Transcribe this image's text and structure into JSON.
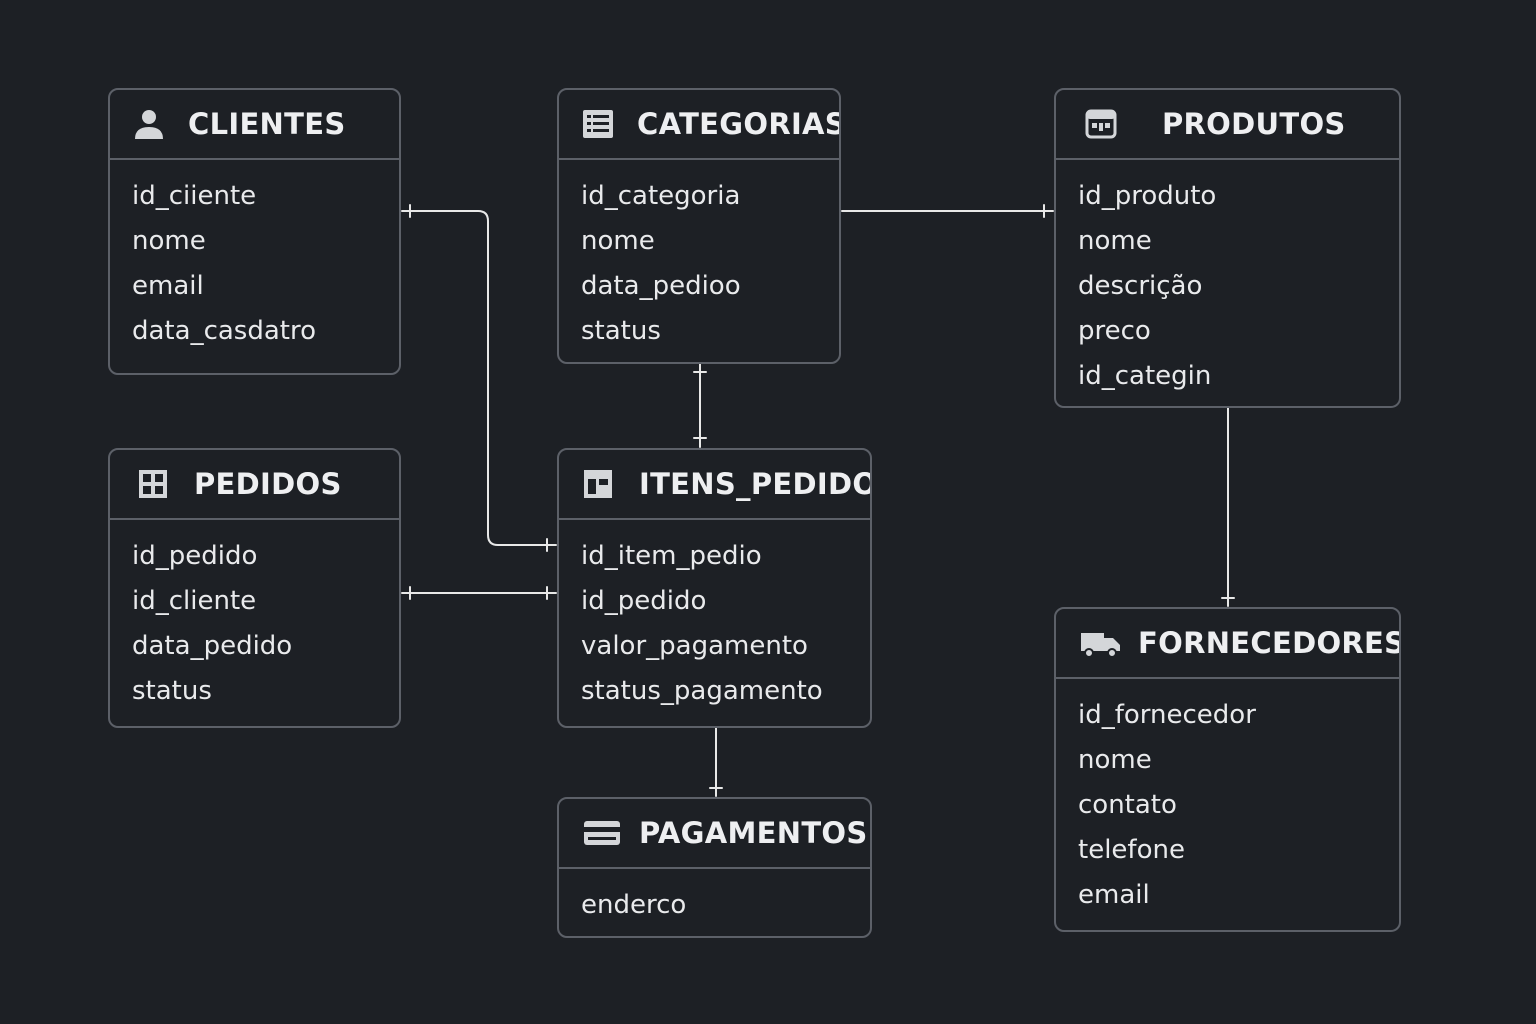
{
  "colors": {
    "background": "#1d2025",
    "border": "#5c6068",
    "text": "#e9eaec",
    "connector": "#e8e8e8",
    "icon": "#d4d6d9"
  },
  "entities": {
    "clientes": {
      "title": "CLIENTES",
      "icon": "user-icon",
      "fields": [
        "id_ciiente",
        "nome",
        "email",
        "data_casdatro"
      ]
    },
    "categorias": {
      "title": "CATEGORIAS",
      "icon": "table-list-icon",
      "fields": [
        "id_categoria",
        "nome",
        "data_pedioo",
        "status"
      ]
    },
    "produtos": {
      "title": "PRODUTOS",
      "icon": "store-icon",
      "fields": [
        "id_produto",
        "nome",
        "descrição",
        "preco",
        "id_categin"
      ]
    },
    "pedidos": {
      "title": "PEDIDOS",
      "icon": "grid-icon",
      "fields": [
        "id_pedido",
        "id_cliente",
        "data_pedido",
        "status"
      ]
    },
    "itens_pedido": {
      "title": "ITENS_PEDIDO",
      "icon": "layout-icon",
      "fields": [
        "id_item_pedio",
        "id_pedido",
        "valor_pagamento",
        "status_pagamento"
      ]
    },
    "fornecedores": {
      "title": "FORNECEDORES",
      "icon": "truck-icon",
      "fields": [
        "id_fornecedor",
        "nome",
        "contato",
        "telefone",
        "email"
      ]
    },
    "pagamentos": {
      "title": "PAGAMENTOS",
      "icon": "card-icon",
      "fields": [
        "enderco"
      ]
    }
  }
}
